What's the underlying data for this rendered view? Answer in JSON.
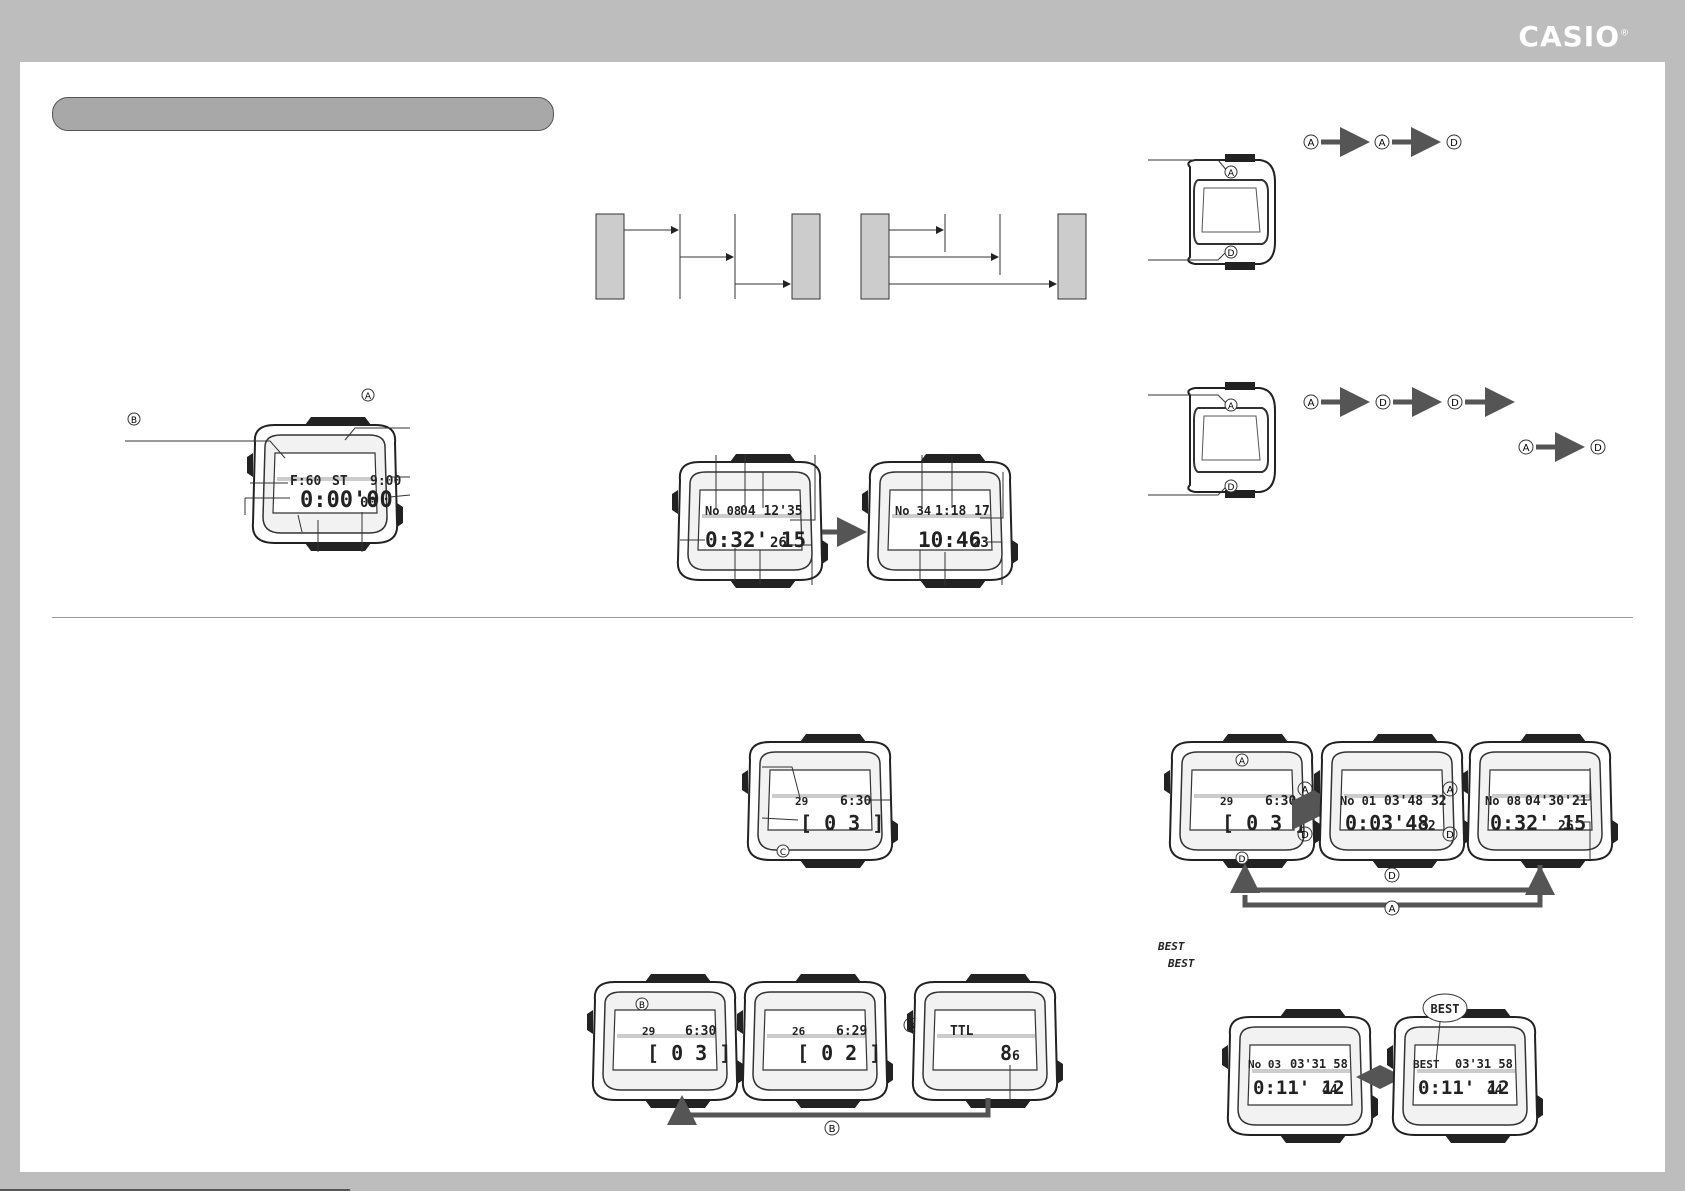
{
  "brand": {
    "logo": "CASIO",
    "mark": "®"
  },
  "buttons": {
    "a": "A",
    "b": "B",
    "c": "C",
    "d": "D"
  },
  "watch_timer": {
    "top_left": "F:60",
    "top_mid": "ST",
    "top_right": "9:00",
    "main": "0:00'00",
    "main_small": "00"
  },
  "watch_lap1": {
    "top_left": "No 08",
    "top_right": "04 12'35",
    "main": "0:32' 15",
    "main_small": "26"
  },
  "watch_lap2": {
    "top_left": "No 34",
    "top_right": "1:18 17",
    "main": "10:46",
    "main_small": "23"
  },
  "watch_rec": {
    "top_left": "29",
    "top_right": "6:30",
    "main": "[ 0 3 ]"
  },
  "watch_recall1": {
    "top_left": "29",
    "top_right": "6:30",
    "main": "[ 0 3 ]"
  },
  "watch_recall2": {
    "top_left": "26",
    "top_right": "6:29",
    "main": "[ 0 2 ]"
  },
  "watch_recall3": {
    "top_left": "TTL",
    "main": "8",
    "main_small": "6"
  },
  "watch_data1": {
    "top_left": "29",
    "top_right": "6:30",
    "main": "[ 0 3 ]"
  },
  "watch_data2": {
    "top_left": "No 01",
    "top_right": "03'48 32",
    "main": "0:03'48",
    "main_small": "32"
  },
  "watch_data3": {
    "top_left": "No 08",
    "top_right": "04'30'21",
    "main": "0:32' 15",
    "main_small": "26"
  },
  "watch_best1": {
    "top_left": "No 03",
    "top_right": "03'31 58",
    "main": "0:11' 12",
    "main_small": "44"
  },
  "watch_best2": {
    "top_left": "BEST",
    "top_right": "03'31 58",
    "main": "0:11' 12",
    "main_small": "44"
  },
  "best_label": "BEST",
  "best_note1": "BEST",
  "best_note2": "BEST"
}
